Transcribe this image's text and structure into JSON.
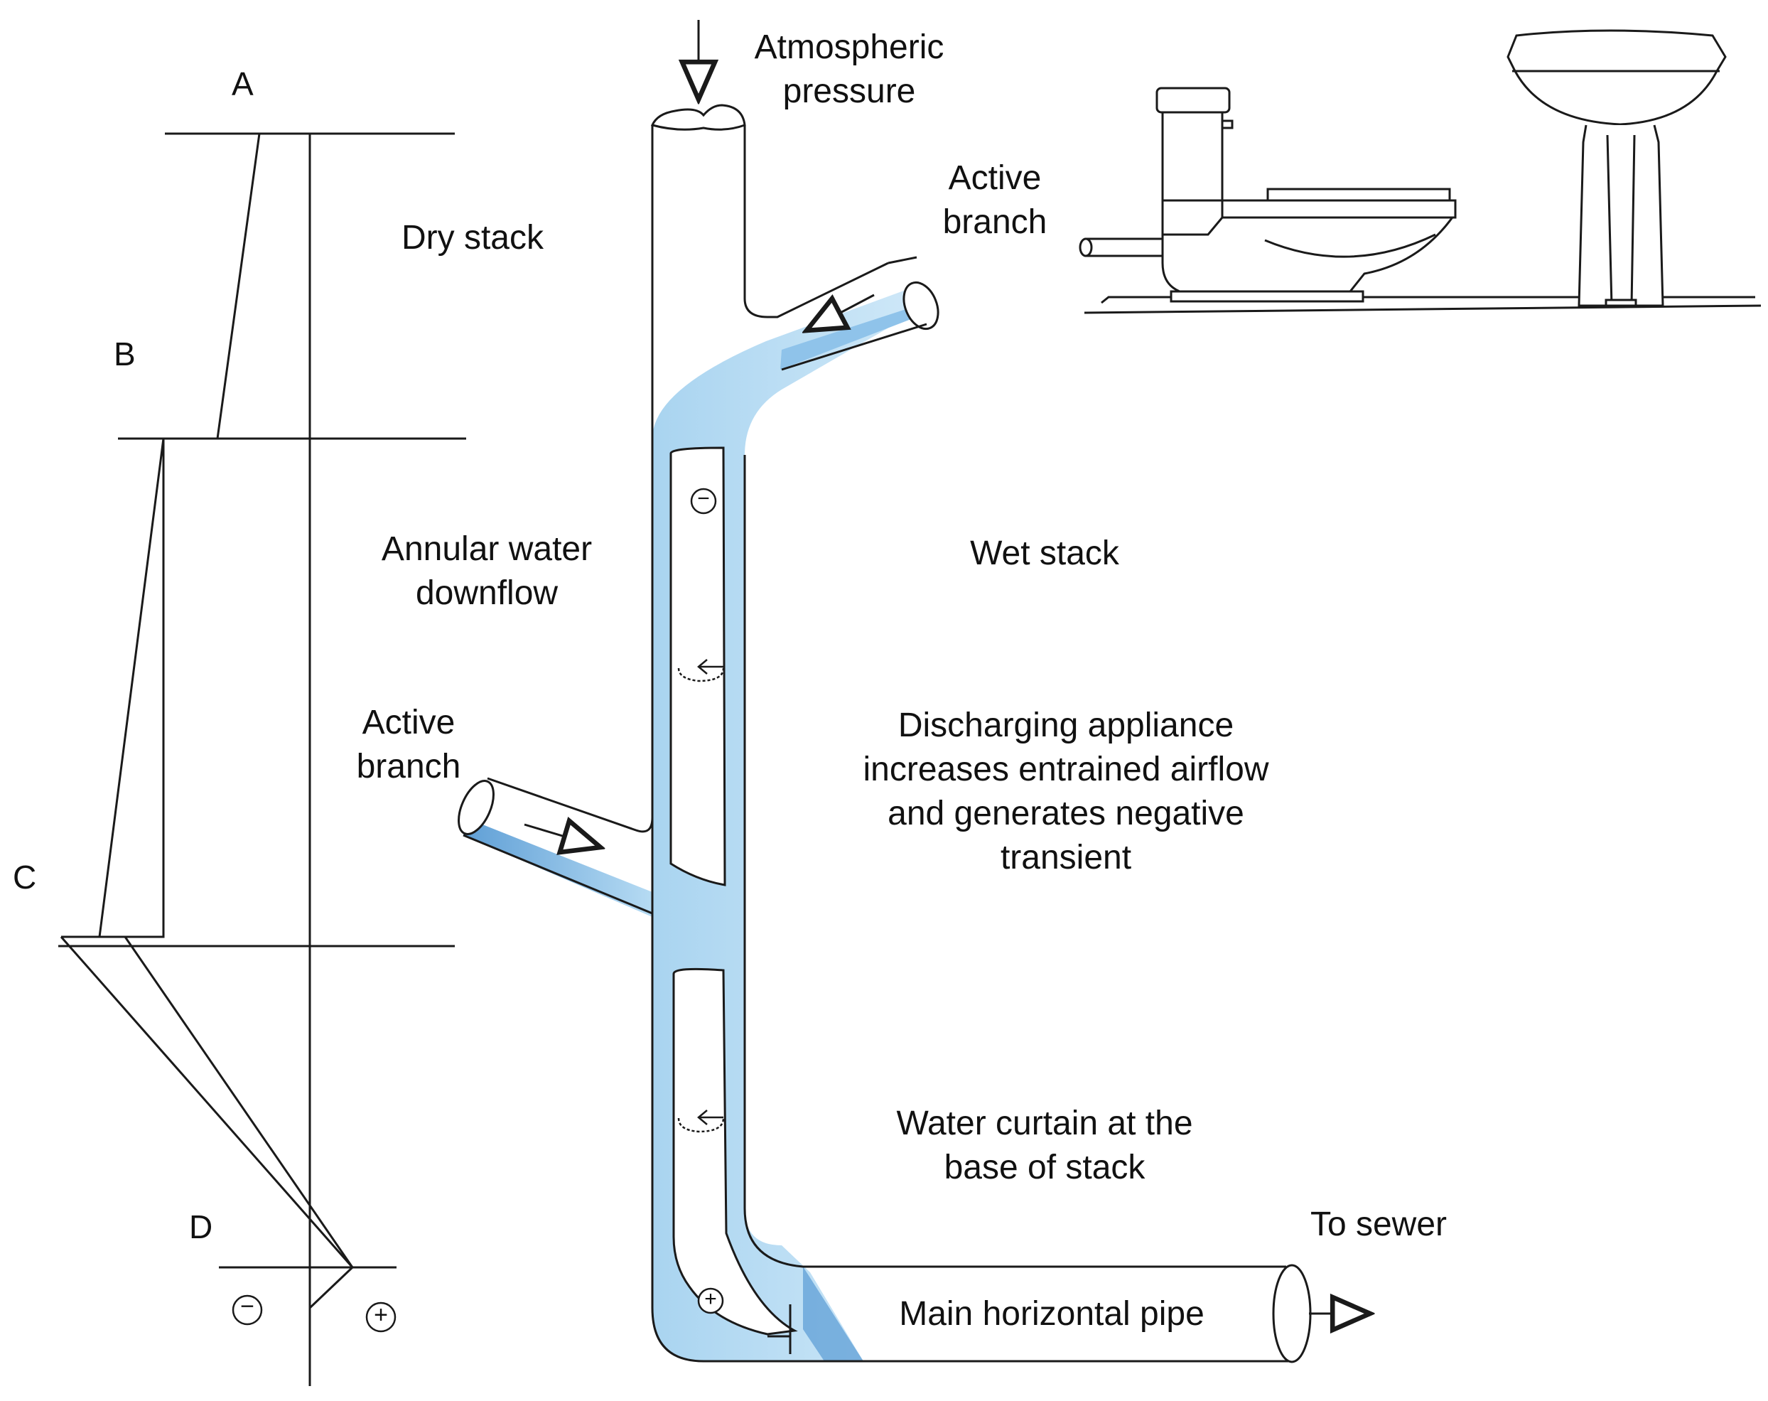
{
  "colors": {
    "line": "#1a1a1a",
    "water_light": "#bfe0f5",
    "water_mid": "#a9d4f0",
    "water_dark": "#5f9fd6",
    "background": "#ffffff"
  },
  "zone_letters": [
    "A",
    "B",
    "C",
    "D"
  ],
  "pressure_axis": {
    "negative_symbol": "−",
    "positive_symbol": "+"
  },
  "labels": {
    "atmospheric_pressure": "Atmospheric\npressure",
    "active_branch_top": "Active\nbranch",
    "dry_stack": "Dry stack",
    "annular_water_downflow": "Annular water\ndownflow",
    "wet_stack": "Wet stack",
    "active_branch_side": "Active\nbranch",
    "discharging_appliance": "Discharging appliance\nincreases entrained airflow\nand generates negative\ntransient",
    "water_curtain": "Water curtain at the\nbase of stack",
    "to_sewer": "To sewer",
    "main_horizontal_pipe": "Main horizontal pipe"
  },
  "stack_pressure_markers": {
    "negative": "−",
    "positive": "+"
  },
  "icons": {
    "toilet": "toilet-icon",
    "washbasin": "washbasin-icon",
    "flow_arrow": "flow-arrow-icon",
    "swirl": "air-swirl-icon"
  }
}
